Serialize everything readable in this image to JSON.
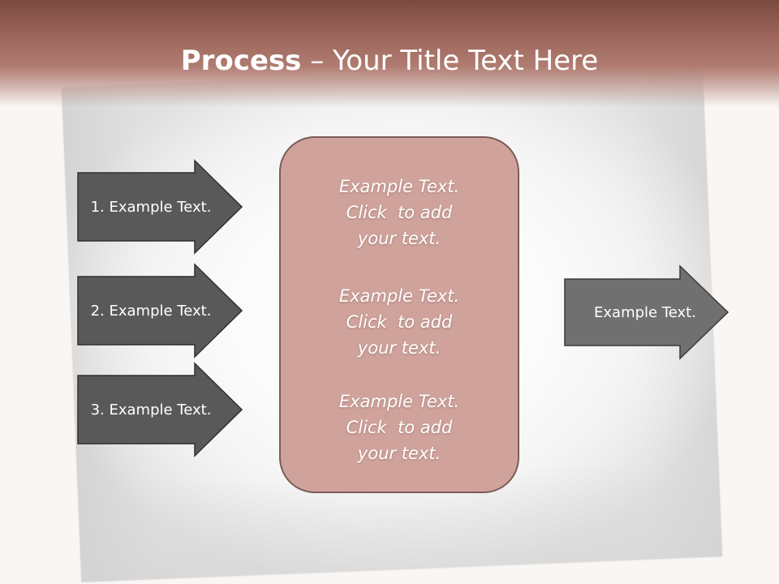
{
  "slide": {
    "title_bold": "Process",
    "title_rest": " – Your Title Text Here"
  },
  "inputs": [
    {
      "label": "1. Example Text."
    },
    {
      "label": "2. Example Text."
    },
    {
      "label": "3. Example Text."
    }
  ],
  "center": {
    "blocks": [
      {
        "line1": "Example Text.",
        "line2": "Click  to add",
        "line3": "your text."
      },
      {
        "line1": "Example Text.",
        "line2": "Click  to add",
        "line3": "your text."
      },
      {
        "line1": "Example Text.",
        "line2": "Click  to add",
        "line3": "your text."
      }
    ]
  },
  "output": {
    "label": "Example Text."
  },
  "colors": {
    "header": "#9a6257",
    "arrow_dark": "#595959",
    "arrow_output": "#707070",
    "center_fill": "#cfa39b",
    "center_border": "#7c5c57"
  }
}
